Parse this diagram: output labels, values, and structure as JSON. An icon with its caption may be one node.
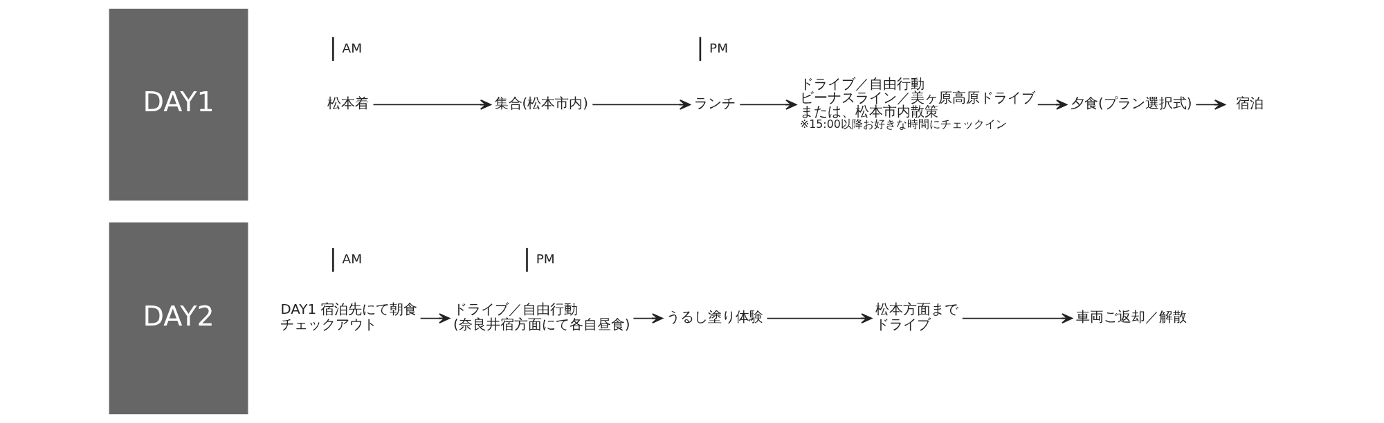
{
  "diagram": {
    "nodes": [
      {
        "text": [
          "DAY1"
        ]
      },
      {
        "text": [
          "松本着"
        ]
      },
      {
        "text": [
          "集合(松本市内)"
        ]
      },
      {
        "text": [
          "ランチ"
        ]
      },
      {
        "text": [
          "ドライブ／自由行動",
          "ビーナスライン／美ヶ原高原ドライブまたは、松本市内散策",
          "※15:00以降お好きな時間にチェックイン"
        ]
      },
      {
        "text": [
          "夕食(プラン選択式)"
        ]
      },
      {
        "text": [
          "宿泊"
        ]
      },
      {
        "text": [
          "DAY2"
        ]
      },
      {
        "text": [
          "DAY1 宿泊先にて朝食",
          "チェックアウト"
        ]
      },
      {
        "text": [
          "ドライブ／自由行動",
          "(奈良井宿方面にて各自昼食)"
        ]
      },
      {
        "text": [
          "うるし塗り体験"
        ]
      },
      {
        "text": [
          "松本方面までドライブ"
        ]
      },
      {
        "text": [
          "車両ご返却／解散"
        ]
      }
    ],
    "edges": [
      {
        "from": 1,
        "to": 2,
        "arrow": "to"
      },
      {
        "from": 2,
        "to": 3,
        "arrow": "to"
      },
      {
        "from": 3,
        "to": 4,
        "arrow": "to"
      },
      {
        "from": 4,
        "to": 5,
        "arrow": "to"
      },
      {
        "from": 5,
        "to": 6,
        "arrow": "to"
      },
      {
        "from": 8,
        "to": 9,
        "arrow": "to"
      },
      {
        "from": 9,
        "to": 10,
        "arrow": "to"
      },
      {
        "from": 10,
        "to": 11,
        "arrow": "to"
      },
      {
        "from": 11,
        "to": 12,
        "arrow": "to"
      }
    ],
    "labels": [
      "AM",
      "PM",
      "AM",
      "PM"
    ]
  }
}
